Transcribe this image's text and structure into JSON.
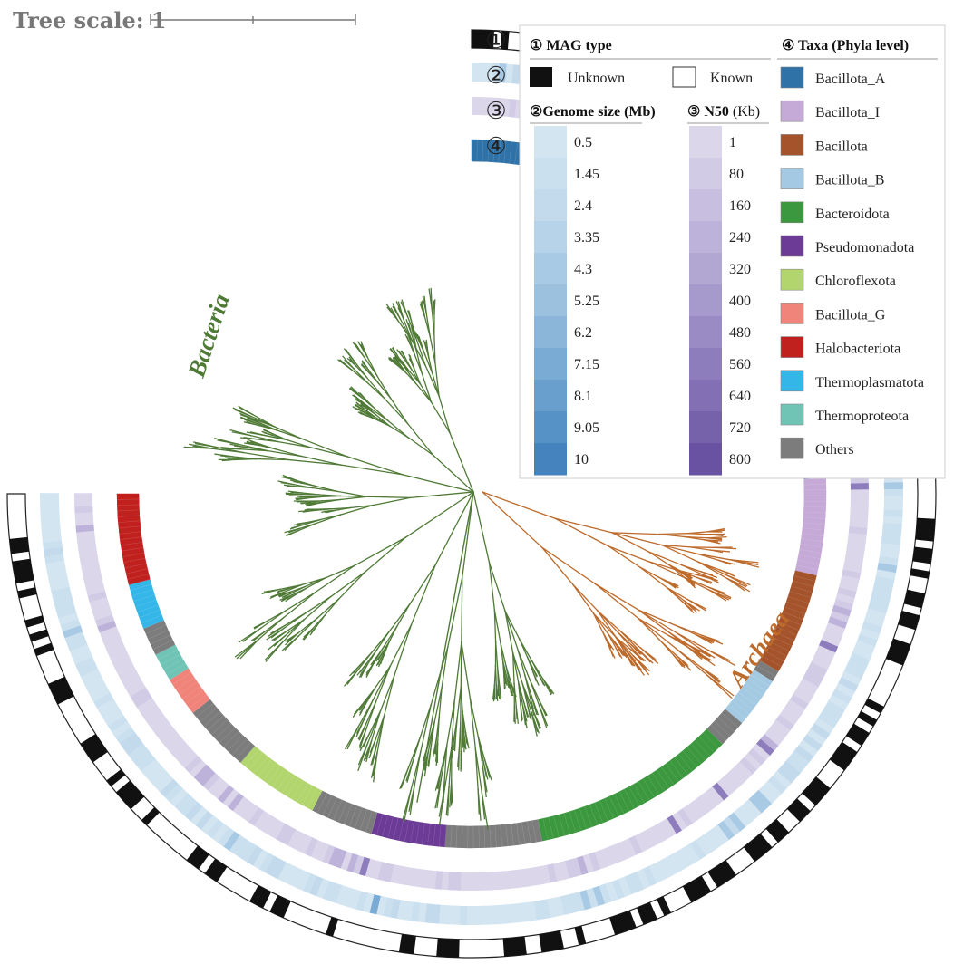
{
  "tree_scale": {
    "label": "Tree scale: 1"
  },
  "rings": {
    "labels": [
      "①",
      "②",
      "③",
      "④"
    ]
  },
  "domains": {
    "bacteria": {
      "label": "Bacteria",
      "color": "#4f7a36"
    },
    "archaea": {
      "label": "Archaea",
      "color": "#bd6a2a"
    }
  },
  "legend": {
    "mag_type": {
      "title": "① MAG type",
      "unknown": {
        "label": "Unknown",
        "color": "#111111"
      },
      "known": {
        "label": "Known",
        "color": "#ffffff"
      }
    },
    "genome_size": {
      "title": "②Genome size (Mb)",
      "ticks": [
        "0.5",
        "1.45",
        "2.4",
        "3.35",
        "4.3",
        "5.25",
        "6.2",
        "7.15",
        "8.1",
        "9.05",
        "10"
      ],
      "colors": [
        "#d4e5f2",
        "#cbe0ef",
        "#c2daec",
        "#b6d3e9",
        "#a9cae4",
        "#9bc1df",
        "#8bb6da",
        "#7aabd4",
        "#699fcd",
        "#5792c6",
        "#4583be"
      ]
    },
    "n50": {
      "title_bold": "③ N50",
      "title_unit": "(Kb)",
      "ticks": [
        "1",
        "80",
        "160",
        "240",
        "320",
        "400",
        "480",
        "560",
        "640",
        "720",
        "800"
      ],
      "colors": [
        "#dcd6eb",
        "#d2cbe6",
        "#c8bfe0",
        "#bdb3da",
        "#b2a6d3",
        "#a699cc",
        "#9a8bc4",
        "#8e7dbc",
        "#826fb4",
        "#7661ab",
        "#6a52a2"
      ]
    },
    "taxa": {
      "title": "④ Taxa (Phyla level)",
      "items": [
        {
          "label": "Bacillota_A",
          "color": "#2f72a8"
        },
        {
          "label": "Bacillota_I",
          "color": "#c5a9d6"
        },
        {
          "label": "Bacillota",
          "color": "#a4532b"
        },
        {
          "label": "Bacillota_B",
          "color": "#a4cae3"
        },
        {
          "label": "Bacteroidota",
          "color": "#3c983e"
        },
        {
          "label": "Pseudomonadota",
          "color": "#6b3b96"
        },
        {
          "label": "Chloroflexota",
          "color": "#b2d56e"
        },
        {
          "label": "Bacillota_G",
          "color": "#f0837a"
        },
        {
          "label": "Halobacteriota",
          "color": "#c0211f"
        },
        {
          "label": "Thermoplasmatota",
          "color": "#35b6e8"
        },
        {
          "label": "Thermoproteota",
          "color": "#6fc4b5"
        },
        {
          "label": "Others",
          "color": "#7c7c7c"
        }
      ]
    }
  },
  "taxa_ring_segments": [
    {
      "taxon": "Bacillota_A",
      "from": 0,
      "to": 94
    },
    {
      "taxon": "Bacillota_I",
      "from": 94,
      "to": 111
    },
    {
      "taxon": "Bacillota",
      "from": 111,
      "to": 129
    },
    {
      "taxon": "Others",
      "from": 129,
      "to": 131
    },
    {
      "taxon": "Bacillota_B",
      "from": 131,
      "to": 140
    },
    {
      "taxon": "Others",
      "from": 140,
      "to": 145
    },
    {
      "taxon": "Bacteroidota",
      "from": 145,
      "to": 181
    },
    {
      "taxon": "Others",
      "from": 181,
      "to": 198
    },
    {
      "taxon": "Pseudomonadota",
      "from": 198,
      "to": 211
    },
    {
      "taxon": "Others",
      "from": 211,
      "to": 222
    },
    {
      "taxon": "Chloroflexota",
      "from": 222,
      "to": 237
    },
    {
      "taxon": "Others",
      "from": 237,
      "to": 249
    },
    {
      "taxon": "Bacillota_G",
      "from": 249,
      "to": 256
    },
    {
      "taxon": "Thermoproteota",
      "from": 256,
      "to": 261
    },
    {
      "taxon": "Others",
      "from": 261,
      "to": 266
    },
    {
      "taxon": "Thermoplasmatota",
      "from": 266,
      "to": 274
    },
    {
      "taxon": "Halobacteriota",
      "from": 274,
      "to": 290
    }
  ]
}
